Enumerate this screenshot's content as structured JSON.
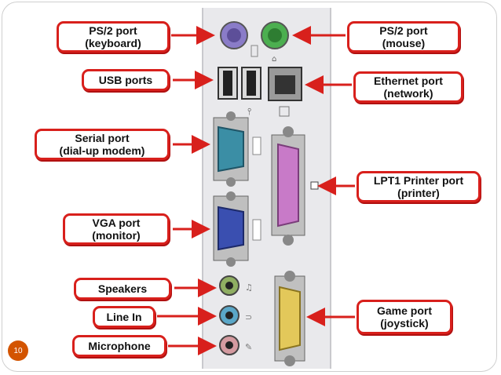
{
  "labels": {
    "ps2_keyboard": "PS/2 port\n(keyboard)",
    "ps2_mouse": "PS/2 port\n(mouse)",
    "usb": "USB ports",
    "ethernet": "Ethernet port\n(network)",
    "serial": "Serial port\n(dial-up modem)",
    "lpt1": "LPT1 Printer port\n(printer)",
    "vga": "VGA port\n(monitor)",
    "speakers": "Speakers",
    "line_in": "Line In",
    "microphone": "Microphone",
    "game": "Game port\n(joystick)"
  },
  "slide_number": "10",
  "colors": {
    "label_border": "#d8201c",
    "arrow": "#d8201c",
    "ps2_keyboard": "#8a7cc8",
    "ps2_mouse": "#4caf50",
    "serial": "#3b8ea5",
    "vga": "#3a4fb0",
    "lpt1": "#c87ac8",
    "game": "#e3c85a",
    "speakers": "#8fae62",
    "line_in": "#5aa7c8",
    "microphone": "#d49aa0",
    "slide_badge": "#d35400"
  }
}
